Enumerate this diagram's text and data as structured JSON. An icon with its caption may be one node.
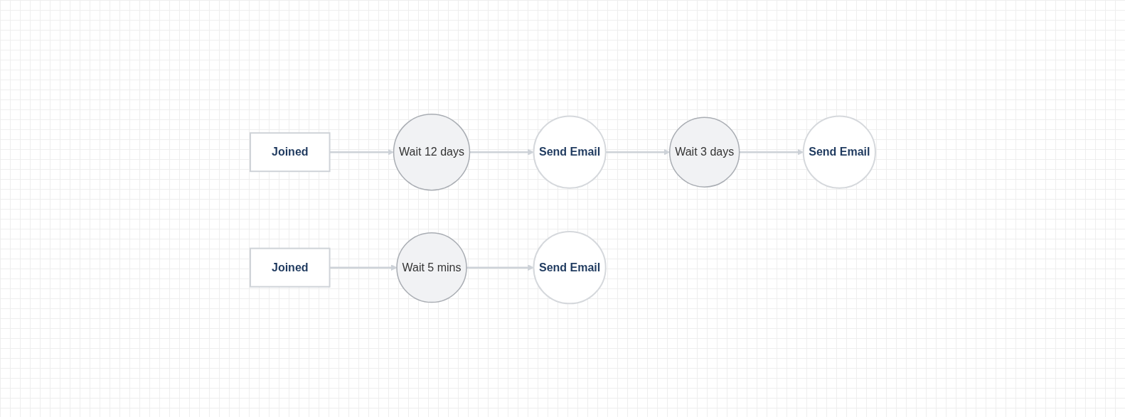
{
  "diagram": {
    "nodes": [
      {
        "text": [
          "Joined"
        ]
      },
      {
        "text": [
          "Wait 12 days"
        ]
      },
      {
        "text": [
          "Send Email"
        ]
      },
      {
        "text": [
          "Wait 3 days"
        ]
      },
      {
        "text": [
          "Send Email"
        ]
      },
      {
        "text": [
          "Joined"
        ]
      },
      {
        "text": [
          "Wait 5 mins"
        ]
      },
      {
        "text": [
          "Send Email"
        ]
      }
    ],
    "edges": [
      {
        "from": 0,
        "to": 1,
        "arrow": "to"
      },
      {
        "from": 1,
        "to": 2,
        "arrow": "to"
      },
      {
        "from": 2,
        "to": 3,
        "arrow": "to"
      },
      {
        "from": 3,
        "to": 4,
        "arrow": "to"
      },
      {
        "from": 5,
        "to": 6,
        "arrow": "to"
      },
      {
        "from": 6,
        "to": 7,
        "arrow": "to"
      }
    ]
  }
}
